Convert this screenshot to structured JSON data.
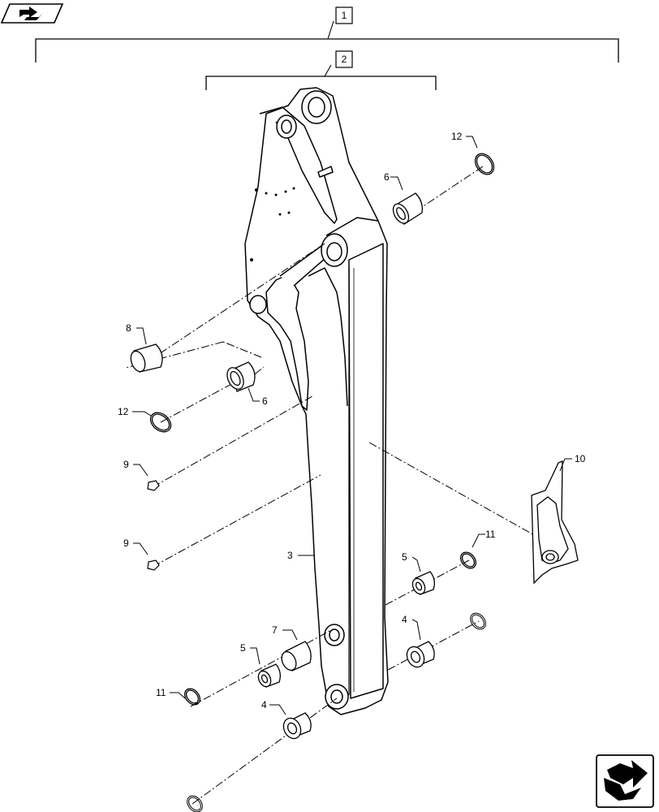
{
  "diagram": {
    "assemblies": [
      {
        "id": "assembly-1",
        "label": "1"
      },
      {
        "id": "assembly-2",
        "label": "2"
      }
    ],
    "callouts": [
      {
        "id": "c12a",
        "label": "12"
      },
      {
        "id": "c6a",
        "label": "6"
      },
      {
        "id": "c8",
        "label": "8"
      },
      {
        "id": "c6b",
        "label": "6"
      },
      {
        "id": "c12b",
        "label": "12"
      },
      {
        "id": "c9a",
        "label": "9"
      },
      {
        "id": "c9b",
        "label": "9"
      },
      {
        "id": "c3",
        "label": "3"
      },
      {
        "id": "c10",
        "label": "10"
      },
      {
        "id": "c11a",
        "label": "11"
      },
      {
        "id": "c5a",
        "label": "5"
      },
      {
        "id": "c4a",
        "label": "4"
      },
      {
        "id": "c7",
        "label": "7"
      },
      {
        "id": "c5b",
        "label": "5"
      },
      {
        "id": "c11b",
        "label": "11"
      },
      {
        "id": "c4b",
        "label": "4"
      }
    ]
  },
  "nav": {
    "top_icon": "page-back-icon",
    "bottom_icon": "page-forward-icon"
  }
}
